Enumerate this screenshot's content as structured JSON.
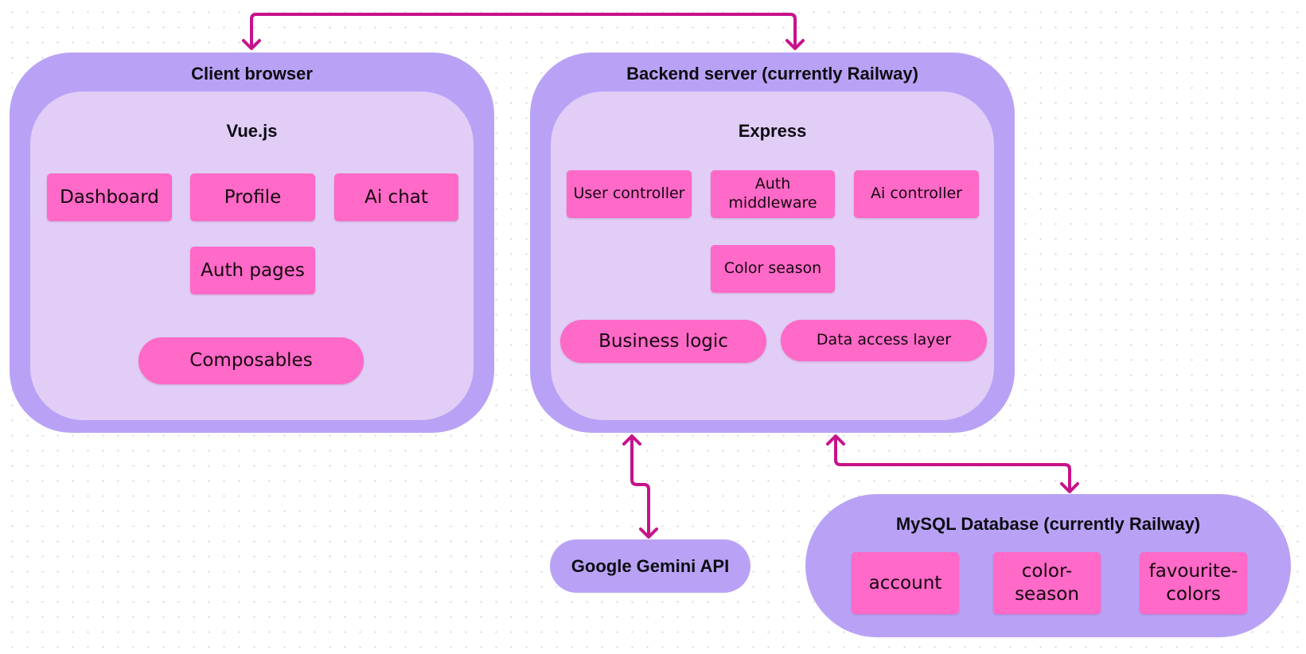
{
  "colors": {
    "container_outer": "#b9a2f5",
    "container_inner": "#e1cdf6",
    "component": "#ff69c7",
    "connector": "#c8128a"
  },
  "client": {
    "title": "Client browser",
    "framework": "Vue.js",
    "components": [
      "Dashboard",
      "Profile",
      "Ai chat",
      "Auth pages"
    ],
    "composables": "Composables"
  },
  "backend": {
    "title": "Backend server (currently Railway)",
    "framework": "Express",
    "user_controller": "User controller",
    "auth_middleware": "Auth middleware",
    "ai_controller": "Ai controller",
    "color_season": "Color season",
    "business_logic": "Business logic",
    "data_access_layer": "Data access layer"
  },
  "gemini": {
    "title": "Google Gemini API"
  },
  "database": {
    "title": "MySQL Database (currently Railway)",
    "tables": [
      "account",
      "color-season",
      "favourite-colors"
    ]
  },
  "connections": [
    {
      "from": "Client browser",
      "to": "Backend server (currently Railway)",
      "bidirectional": true
    },
    {
      "from": "Backend server (currently Railway)",
      "to": "Google Gemini API",
      "bidirectional": true
    },
    {
      "from": "Backend server (currently Railway)",
      "to": "MySQL Database (currently Railway)",
      "bidirectional": true
    }
  ]
}
